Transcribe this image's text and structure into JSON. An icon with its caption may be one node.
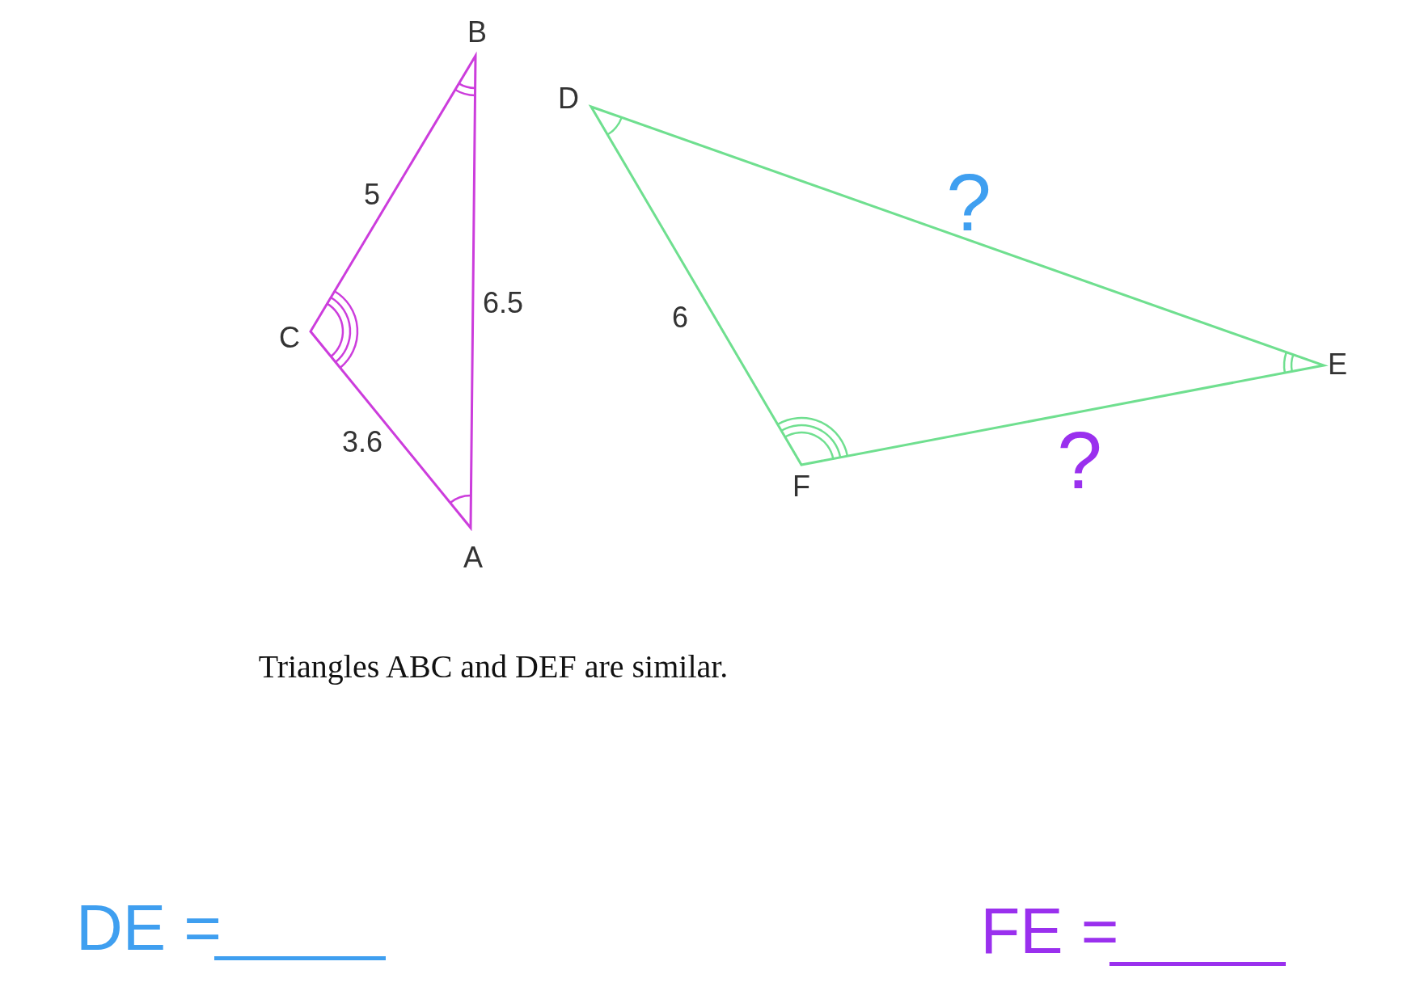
{
  "diagram": {
    "labels": [
      "B",
      "D",
      "5",
      "?",
      "6.5",
      "C",
      "6",
      "E",
      "3.6",
      "?",
      "F",
      "A",
      "Triangles ABC and DEF are similar.",
      "DE =",
      "FE ="
    ]
  }
}
